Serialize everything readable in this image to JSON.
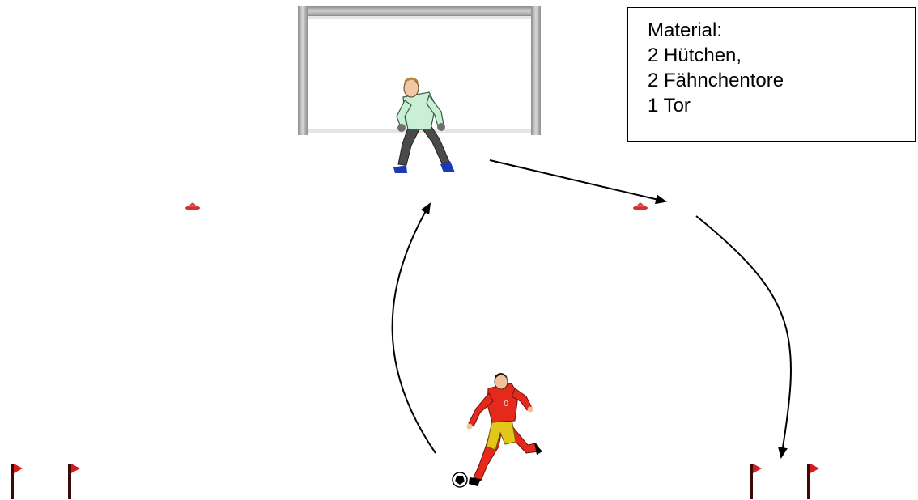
{
  "material_box": {
    "title": "Material:",
    "items": [
      "2 Hütchen,",
      "2 Fähnchentore",
      "1 Tor"
    ]
  },
  "colors": {
    "cone": "#d62f2f",
    "flag": "#d41c1c",
    "goal_frame": "#b8b8b8",
    "keeper_shirt": "#c9efd5",
    "player_shirt": "#e52a1c",
    "player_shorts": "#e2c61a",
    "arrow": "#000000"
  },
  "icons": {
    "goal": "goal-icon",
    "goalkeeper": "goalkeeper-icon",
    "player": "soccer-player-icon",
    "ball": "soccer-ball-icon",
    "cone": "cone-icon",
    "flag": "corner-flag-icon"
  }
}
